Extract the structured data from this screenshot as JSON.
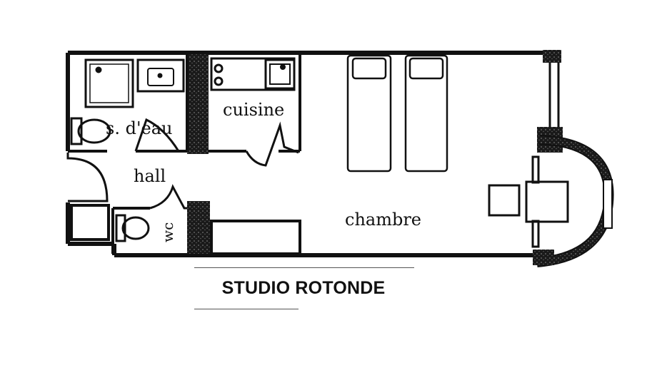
{
  "plan": {
    "title": "STUDIO ROTONDE",
    "rooms": {
      "bathroom": "s. d'eau",
      "kitchen": "cuisine",
      "hall": "hall",
      "wc": "wc",
      "bedroom": "chambre"
    }
  },
  "colors": {
    "ink": "#111111",
    "paper": "#ffffff",
    "wall_hatch": "#1a1a1a"
  }
}
